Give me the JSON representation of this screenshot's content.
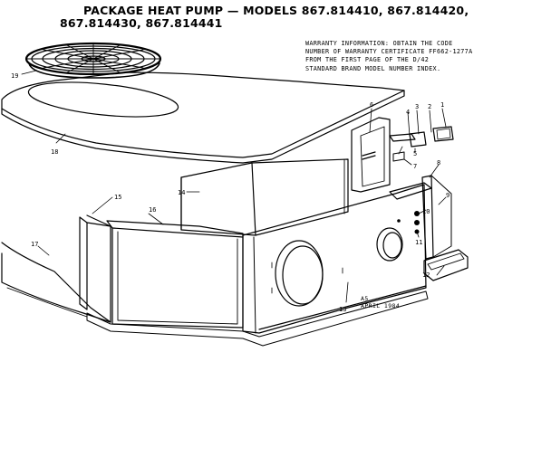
{
  "title": {
    "line1": "PACKAGE HEAT PUMP — MODELS 867.814410, 867.814420,",
    "line2": "867.814430, 867.814441"
  },
  "warranty_note": [
    "WARRANTY INFORMATION: OBTAIN THE CODE",
    "NUMBER OF WARRANTY CERTIFICATE FF662-1277A",
    "FROM THE FIRST PAGE OF THE D/42",
    "STANDARD BRAND MODEL NUMBER INDEX."
  ],
  "stamp": {
    "code": "A5",
    "date": "APRIL 1984"
  },
  "callouts": [
    "1",
    "2",
    "3",
    "4",
    "5",
    "6",
    "7",
    "8",
    "9",
    "10",
    "11",
    "12",
    "13",
    "14",
    "15",
    "16",
    "17",
    "18",
    "19"
  ]
}
